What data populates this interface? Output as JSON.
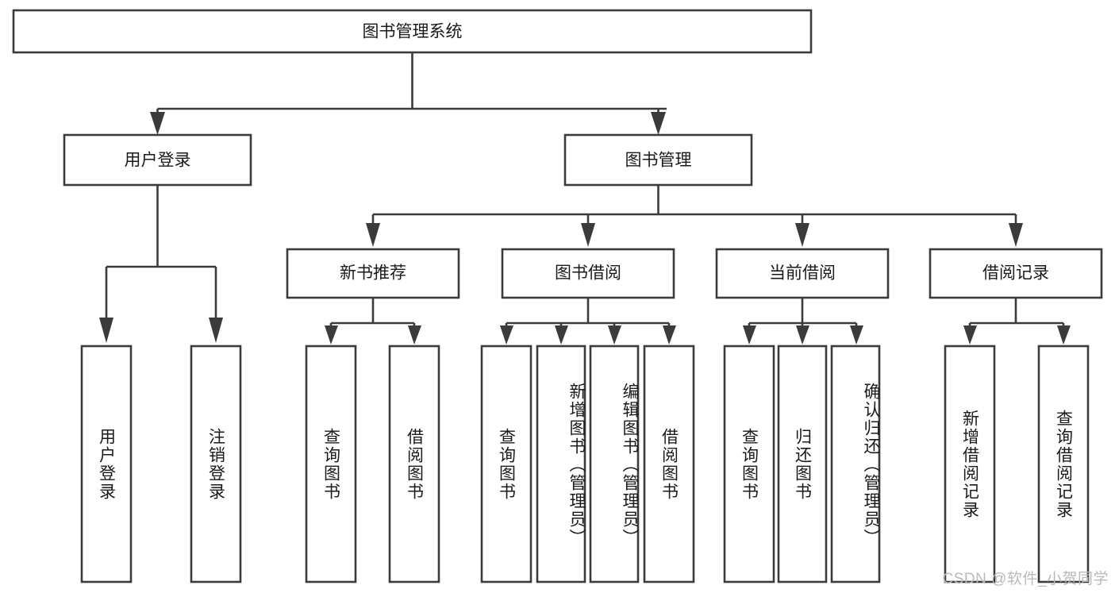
{
  "diagram": {
    "title": "图书管理系统",
    "type": "hierarchy-tree",
    "watermark": "CSDN @软件_小贺同学",
    "colors": {
      "stroke": "#3b3b3b",
      "fill": "#ffffff",
      "text": "#1a1a1a",
      "watermark": "#b9b9b9",
      "background": "#ffffff"
    },
    "levels": {
      "root": {
        "label": "图书管理系统"
      },
      "level2": [
        {
          "label": "用户登录"
        },
        {
          "label": "图书管理"
        }
      ],
      "level3": [
        {
          "label": "新书推荐"
        },
        {
          "label": "图书借阅"
        },
        {
          "label": "当前借阅"
        },
        {
          "label": "借阅记录"
        }
      ],
      "leaves": {
        "user_login": [
          {
            "label": "用户登录"
          },
          {
            "label": "注销登录"
          }
        ],
        "new_book_recommend": [
          {
            "label": "查询图书"
          },
          {
            "label": "借阅图书"
          }
        ],
        "book_borrow": [
          {
            "label": "查询图书"
          },
          {
            "label": "新增图书（管理员）"
          },
          {
            "label": "编辑图书（管理员）"
          },
          {
            "label": "借阅图书"
          }
        ],
        "current_borrow": [
          {
            "label": "查询图书"
          },
          {
            "label": "归还图书"
          },
          {
            "label": "确认归还（管理员）"
          }
        ],
        "borrow_record": [
          {
            "label": "新增借阅记录"
          },
          {
            "label": "查询借阅记录"
          }
        ]
      }
    }
  }
}
